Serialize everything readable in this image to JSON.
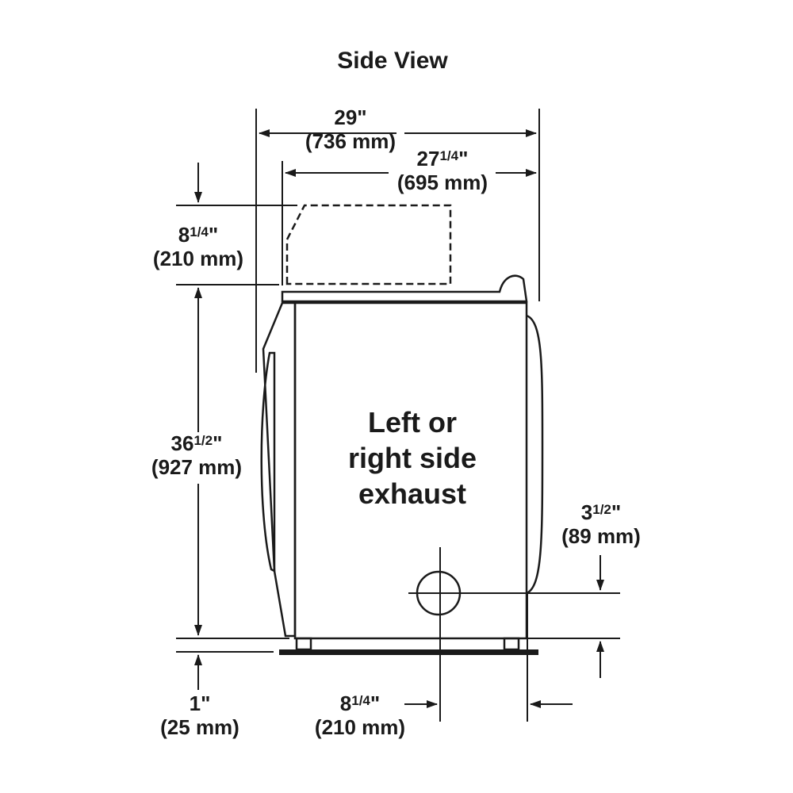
{
  "title": "Side View",
  "center_label": [
    "Left or",
    "right side",
    "exhaust"
  ],
  "dimensions": {
    "overall_depth": {
      "whole": "29",
      "fraction": "",
      "mark": "\"",
      "metric": "(736 mm)"
    },
    "cabinet_depth": {
      "whole": "27",
      "fraction": "1/4",
      "mark": "\"",
      "metric": "(695 mm)"
    },
    "top_clearance": {
      "whole": "8",
      "fraction": "1/4",
      "mark": "\"",
      "metric": "(210 mm)"
    },
    "height": {
      "whole": "36",
      "fraction": "1/2",
      "mark": "\"",
      "metric": "(927 mm)"
    },
    "exhaust_height": {
      "whole": "3",
      "fraction": "1/2",
      "mark": "\"",
      "metric": "(89 mm)"
    },
    "leg_height": {
      "whole": "1",
      "fraction": "",
      "mark": "\"",
      "metric": "(25 mm)"
    },
    "exhaust_offset": {
      "whole": "8",
      "fraction": "1/4",
      "mark": "\"",
      "metric": "(210 mm)"
    }
  },
  "colors": {
    "line": "#1a1a1a",
    "background": "#ffffff"
  }
}
